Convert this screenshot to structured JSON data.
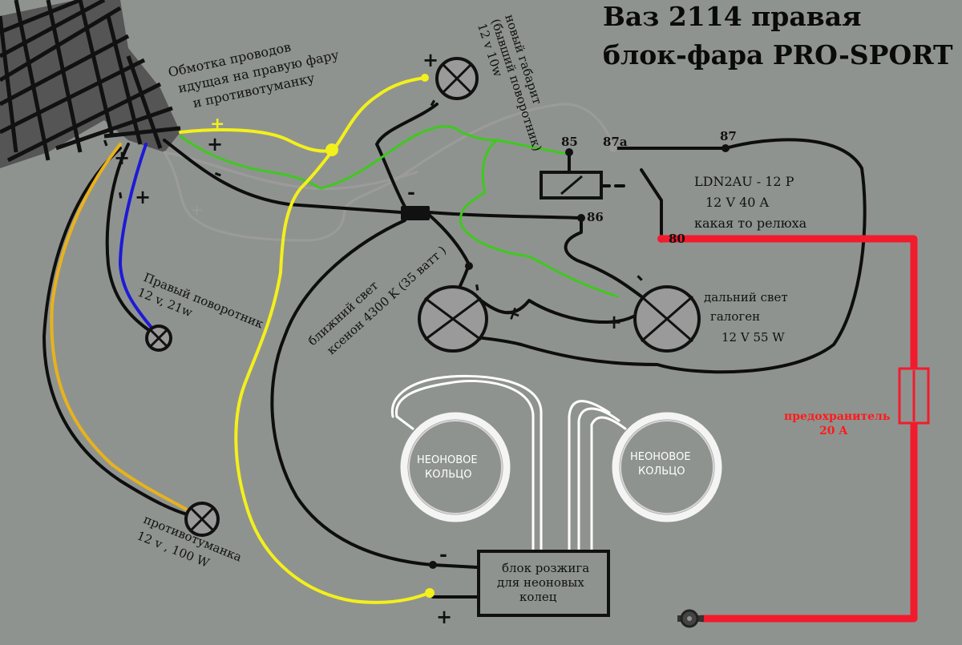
{
  "title": {
    "line1": "Ваз 2114   правая",
    "line2": "блок-фара  PRO-SPORT"
  },
  "harness_label": {
    "line1": "Обмотка проводов",
    "line2": "идущая на правую фару",
    "line3": "и   противотуманку"
  },
  "parking_light": {
    "line1": "новый габарит",
    "line2": "(бывший поворотник)",
    "line3": "12 v 10w"
  },
  "relay": {
    "pin_85": "85",
    "pin_87a": "87a",
    "pin_87": "87",
    "pin_86": "86",
    "pin_80": "80",
    "model": "LDN2AU - 12 P",
    "rating": "12 V  40 A",
    "note": "какая то  релюха"
  },
  "turn_signal": {
    "line1": "Правый поворотник",
    "line2": "12 v, 21w"
  },
  "low_beam": {
    "line1": "ближний свет",
    "line2": "ксенон  4300 K (35 ватт )"
  },
  "high_beam": {
    "line1": "дальний свет",
    "line2": "галоген",
    "line3": "12 V   55 W"
  },
  "fog_light": {
    "line1": "противотуманка",
    "line2": "12 v , 100 W"
  },
  "fuse": {
    "line1": "предохранитель",
    "line2": "20    A"
  },
  "neon_ring_left": {
    "line1": "НЕОНОВОЕ",
    "line2": "КОЛЬЦО"
  },
  "neon_ring_right": {
    "line1": "НЕОНОВОЕ",
    "line2": "КОЛЬЦО"
  },
  "ignition_block": {
    "line1": "блок розжига",
    "line2": "для неоновых",
    "line3": "колец"
  },
  "signs": {
    "plus": "+",
    "minus": "-"
  },
  "colors": {
    "background": "#8f938f",
    "wire_positive": "#f3f01b",
    "wire_ground": "#0e0e0e",
    "wire_high_beam": "#3fc81f",
    "wire_turn": "#1d1ad8",
    "wire_fog": "#e8b21c",
    "wire_battery": "#f21b2d",
    "neon_wire": "#ffffff"
  }
}
